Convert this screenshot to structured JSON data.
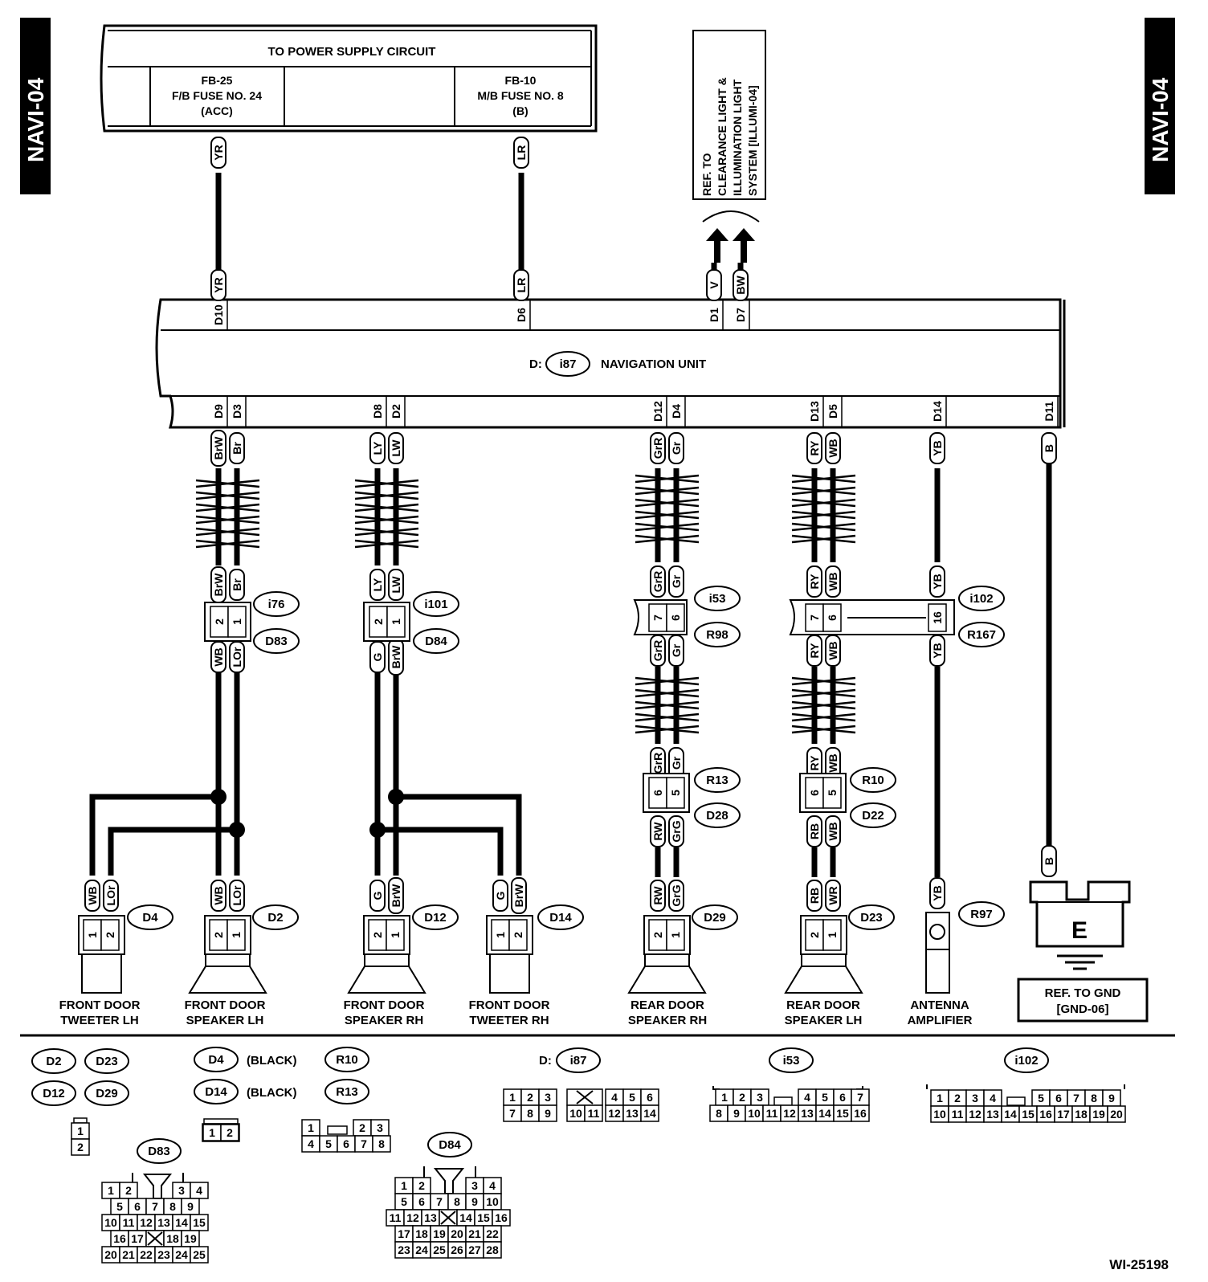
{
  "page": {
    "title_tag": "NAVI-04",
    "figure_id": "WI-25198"
  },
  "supply": {
    "title": "TO POWER SUPPLY CIRCUIT",
    "fuse1": [
      "FB-25",
      "F/B FUSE NO. 24",
      "(ACC)"
    ],
    "fuse2": [
      "FB-10",
      "M/B FUSE NO. 8",
      "(B)"
    ]
  },
  "ref_illum": [
    "REF. TO",
    "CLEARANCE LIGHT &",
    "ILLUMINATION LIGHT",
    "SYSTEM [ILLUMI-04]"
  ],
  "unit": {
    "prefix": "D:",
    "connector": "i87",
    "name": "NAVIGATION UNIT"
  },
  "top_wires": [
    {
      "wire": "YR",
      "pin": "D10"
    },
    {
      "wire": "LR",
      "pin": "D6"
    },
    {
      "wire": "V",
      "pin": "D1"
    },
    {
      "wire": "BW",
      "pin": "D7"
    }
  ],
  "bottom_pins": [
    "D9",
    "D3",
    "D8",
    "D2",
    "D12",
    "D4",
    "D13",
    "D5",
    "D14",
    "D11"
  ],
  "wire_colors": {
    "brw": "BrW",
    "br": "Br",
    "ly": "LY",
    "lw": "LW",
    "grr": "GrR",
    "gr": "Gr",
    "ry": "RY",
    "wb": "WB",
    "yb": "YB",
    "b": "B",
    "lor": "LOr",
    "g": "G",
    "rw": "RW",
    "grg": "GrG",
    "rb": "RB",
    "wr": "WR"
  },
  "connectors": {
    "i76": "i76",
    "d83": "D83",
    "i101": "i101",
    "d84": "D84",
    "i53": "i53",
    "r98": "R98",
    "i102": "i102",
    "r167": "R167",
    "r13": "R13",
    "d28": "D28",
    "r10": "R10",
    "d22": "D22",
    "d4": "D4",
    "d2": "D2",
    "d12": "D12",
    "d14": "D14",
    "d29": "D29",
    "d23": "D23",
    "r97": "R97"
  },
  "pin_numbers": {
    "p1": "1",
    "p2": "2",
    "p5": "5",
    "p6": "6",
    "p7": "7",
    "p16": "16"
  },
  "ground": {
    "label": "E",
    "ref": [
      "REF. TO GND",
      "[GND-06]"
    ]
  },
  "components": [
    [
      "FRONT DOOR",
      "TWEETER LH"
    ],
    [
      "FRONT DOOR",
      "SPEAKER LH"
    ],
    [
      "FRONT DOOR",
      "SPEAKER RH"
    ],
    [
      "FRONT DOOR",
      "TWEETER RH"
    ],
    [
      "REAR DOOR",
      "SPEAKER RH"
    ],
    [
      "REAR DOOR",
      "SPEAKER LH"
    ],
    [
      "ANTENNA",
      "AMPLIFIER"
    ]
  ],
  "legend": {
    "group1": [
      "D2",
      "D23",
      "D12",
      "D29"
    ],
    "black_d4": "D4",
    "black_d14": "D14",
    "black": "(BLACK)",
    "r10": "R10",
    "r13": "R13",
    "d83": "D83",
    "d84": "D84",
    "i87_prefix": "D:",
    "i87": "i87",
    "i53": "i53",
    "i102": "i102",
    "g1_pins": [
      "1",
      "2"
    ],
    "g2_pins": [
      "1",
      "2"
    ],
    "r_pins_top": [
      "1",
      "2",
      "3"
    ],
    "r_pins_bot": [
      "4",
      "5",
      "6",
      "7",
      "8"
    ],
    "i87_top": [
      "1",
      "2",
      "3",
      "4",
      "5",
      "6"
    ],
    "i87_bot": [
      "7",
      "8",
      "9",
      "10",
      "11",
      "12",
      "13",
      "14"
    ],
    "i53_top": [
      "1",
      "2",
      "3",
      "4",
      "5",
      "6",
      "7"
    ],
    "i53_bot": [
      "8",
      "9",
      "10",
      "11",
      "12",
      "13",
      "14",
      "15",
      "16"
    ],
    "i102_top": [
      "1",
      "2",
      "3",
      "4",
      "5",
      "6",
      "7",
      "8",
      "9"
    ],
    "i102_bot": [
      "10",
      "11",
      "12",
      "13",
      "14",
      "15",
      "16",
      "17",
      "18",
      "19",
      "20"
    ],
    "d83_rows": [
      [
        "1",
        "2",
        "3",
        "4"
      ],
      [
        "5",
        "6",
        "7",
        "8",
        "9"
      ],
      [
        "10",
        "11",
        "12",
        "13",
        "14",
        "15"
      ],
      [
        "16",
        "17",
        "18",
        "19"
      ],
      [
        "20",
        "21",
        "22",
        "23",
        "24",
        "25"
      ]
    ],
    "d84_rows": [
      [
        "1",
        "2",
        "3",
        "4"
      ],
      [
        "5",
        "6",
        "7",
        "8",
        "9",
        "10"
      ],
      [
        "11",
        "12",
        "13",
        "14",
        "15",
        "16"
      ],
      [
        "17",
        "18",
        "19",
        "20",
        "21",
        "22"
      ],
      [
        "23",
        "24",
        "25",
        "26",
        "27",
        "28"
      ]
    ]
  }
}
